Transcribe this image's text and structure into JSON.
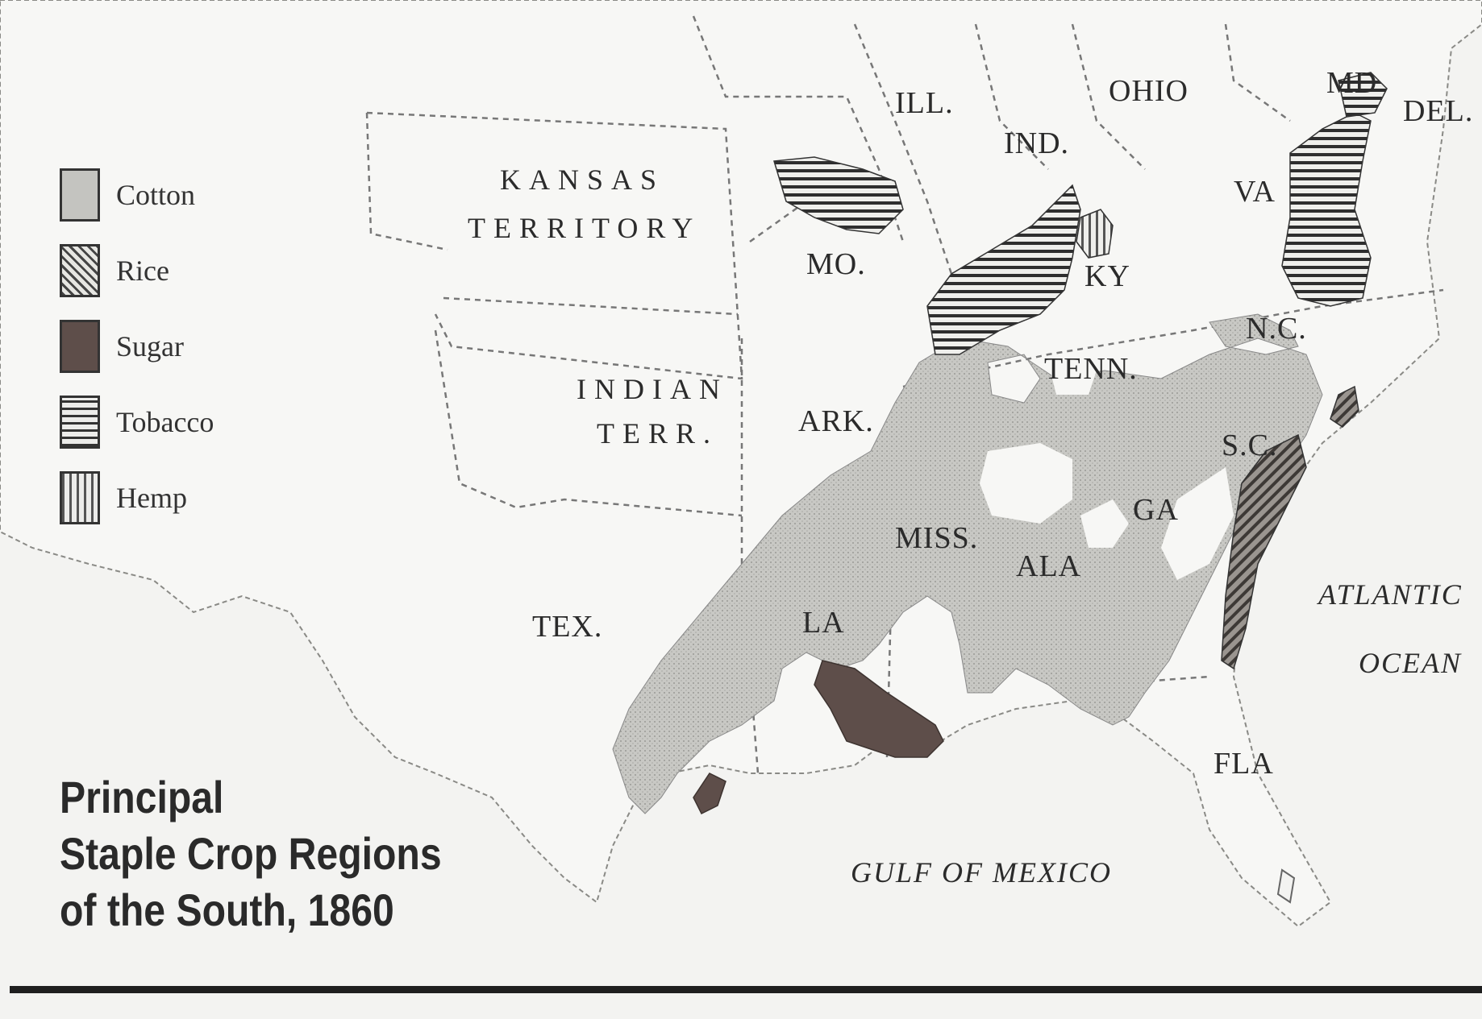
{
  "title": {
    "line1": "Principal",
    "line2": "Staple Crop Regions",
    "line3": "of the South, 1860"
  },
  "legend": [
    {
      "key": "cotton",
      "label": "Cotton"
    },
    {
      "key": "rice",
      "label": "Rice"
    },
    {
      "key": "sugar",
      "label": "Sugar"
    },
    {
      "key": "tobacco",
      "label": "Tobacco"
    },
    {
      "key": "hemp",
      "label": "Hemp"
    }
  ],
  "labels": {
    "ill": "ILL.",
    "ohio": "OHIO",
    "md": "MD",
    "del": "DEL.",
    "ind": "IND.",
    "va": "VA",
    "ky": "KY",
    "mo": "MO.",
    "kansas": "KANSAS",
    "territory": "TERRITORY",
    "indian": "INDIAN",
    "terr": "TERR.",
    "ark": "ARK.",
    "tenn": "TENN.",
    "nc": "N.C.",
    "sc": "S.C.",
    "ga": "GA",
    "miss": "MISS.",
    "ala": "ALA",
    "tex": "TEX.",
    "la": "LA",
    "fla": "FLA",
    "atlantic": "ATLANTIC",
    "ocean": "OCEAN",
    "gulf": "GULF OF MEXICO"
  },
  "colors": {
    "cotton": "#c4c4c0",
    "sugar": "#5e4e4a",
    "land": "#f7f7f5",
    "background": "#f3f3f1",
    "ink": "#2b2b2b"
  }
}
